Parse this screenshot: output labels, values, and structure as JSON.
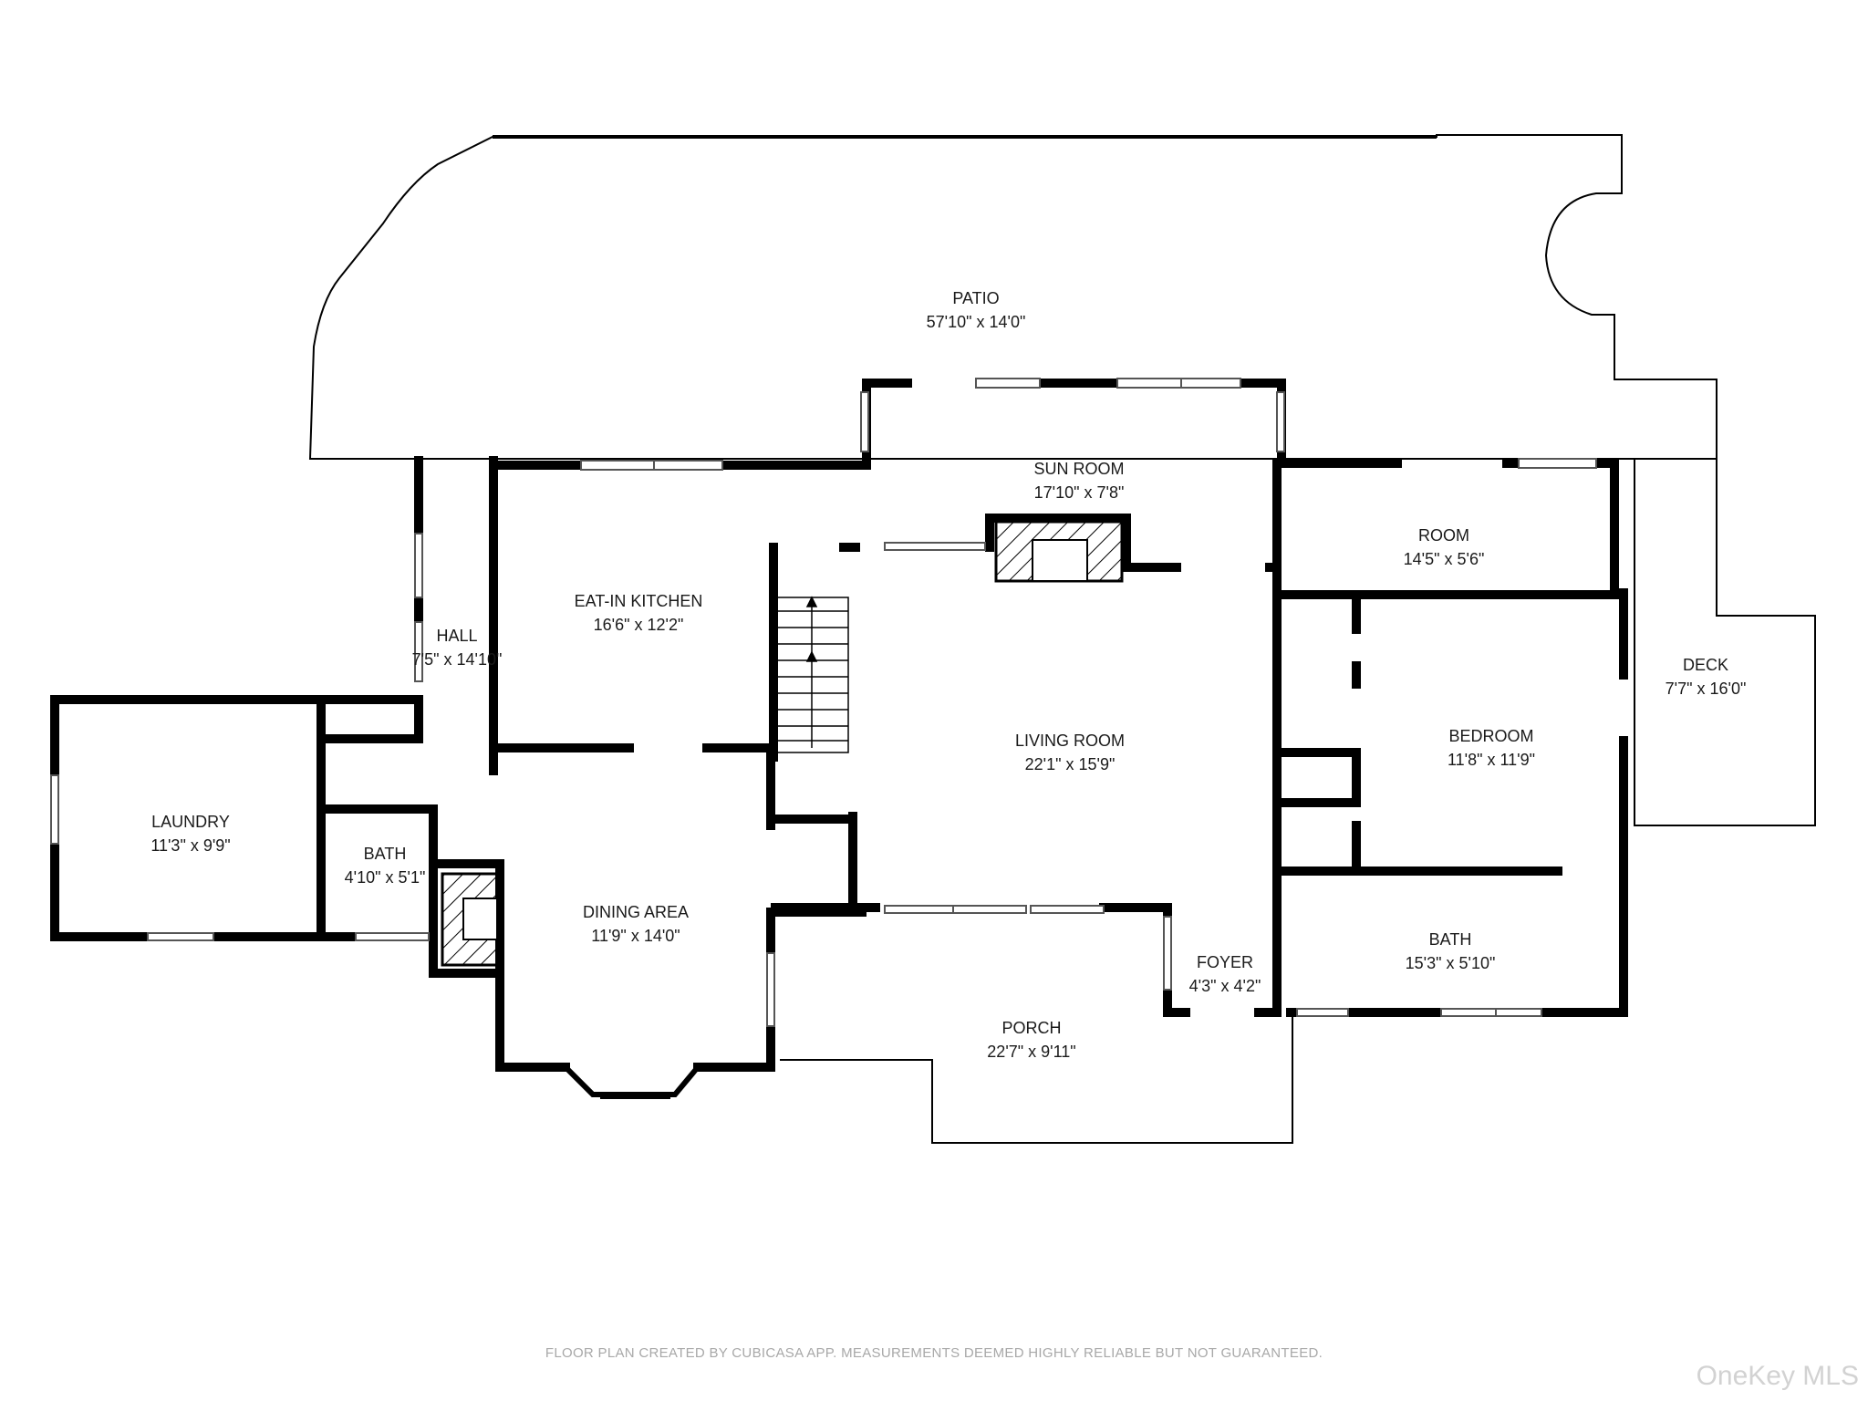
{
  "rooms": {
    "patio": {
      "name": "PATIO",
      "dims": "57'10\" x 14'0\""
    },
    "sun_room": {
      "name": "SUN ROOM",
      "dims": "17'10\" x 7'8\""
    },
    "room": {
      "name": "ROOM",
      "dims": "14'5\" x 5'6\""
    },
    "eat_in_kitchen": {
      "name": "EAT-IN KITCHEN",
      "dims": "16'6\" x 12'2\""
    },
    "hall": {
      "name": "HALL",
      "dims": "7'5\" x 14'10\""
    },
    "deck": {
      "name": "DECK",
      "dims": "7'7\" x 16'0\""
    },
    "living_room": {
      "name": "LIVING ROOM",
      "dims": "22'1\" x 15'9\""
    },
    "bedroom": {
      "name": "BEDROOM",
      "dims": "11'8\" x 11'9\""
    },
    "laundry": {
      "name": "LAUNDRY",
      "dims": "11'3\" x 9'9\""
    },
    "bath_small": {
      "name": "BATH",
      "dims": "4'10\" x 5'1\""
    },
    "dining_area": {
      "name": "DINING AREA",
      "dims": "11'9\" x 14'0\""
    },
    "foyer": {
      "name": "FOYER",
      "dims": "4'3\" x 4'2\""
    },
    "bath_large": {
      "name": "BATH",
      "dims": "15'3\" x 5'10\""
    },
    "porch": {
      "name": "PORCH",
      "dims": "22'7\" x 9'11\""
    }
  },
  "footer_note": "FLOOR PLAN CREATED BY CUBICASA APP. MEASUREMENTS DEEMED HIGHLY RELIABLE BUT NOT GUARANTEED.",
  "watermark": "OneKey MLS"
}
